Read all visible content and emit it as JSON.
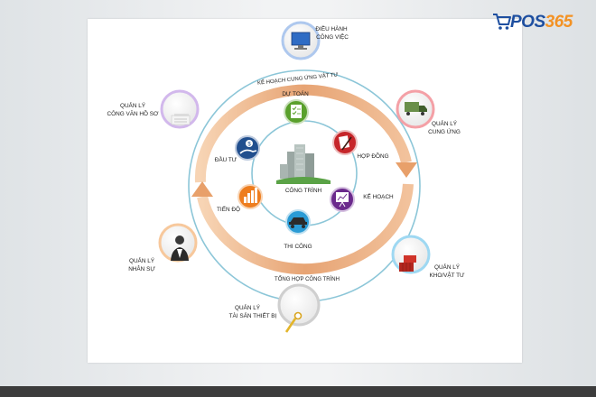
{
  "brand": {
    "logo_part1": "POS",
    "logo_part2": "365"
  },
  "center": {
    "label": "CÔNG TRÌNH"
  },
  "arcs": {
    "top": "KẾ HOẠCH CUNG ỨNG VẬT TƯ",
    "bottom": "TỔNG HỢP CÔNG TRÌNH"
  },
  "inner_nodes": [
    {
      "label": "DỰ TOÁN",
      "icon": "checklist-icon",
      "color": "#5aa02c"
    },
    {
      "label": "HỢP ĐỒNG",
      "icon": "contract-pen-icon",
      "color": "#c6262a"
    },
    {
      "label": "KẾ HOẠCH",
      "icon": "plan-chart-icon",
      "color": "#6b2a8c"
    },
    {
      "label": "THI CÔNG",
      "icon": "truck-icon",
      "color": "#2a9bd5"
    },
    {
      "label": "TIẾN ĐỘ",
      "icon": "progress-bars-icon",
      "color": "#ee7d1e"
    },
    {
      "label": "ĐẦU TƯ",
      "icon": "money-hand-icon",
      "color": "#214f8e"
    }
  ],
  "outer_nodes": [
    {
      "line1": "ĐIỀU HÀNH",
      "line2": "CÔNG VIỆC",
      "icon": "monitor-icon",
      "rim": "#aec8ee"
    },
    {
      "line1": "QUẢN LÝ",
      "line2": "CUNG ỨNG",
      "icon": "delivery-truck-icon",
      "rim": "#f4a0a6"
    },
    {
      "line1": "QUẢN LÝ",
      "line2": "KHO/VẬT TƯ",
      "icon": "warehouse-container-icon",
      "rim": "#9ed8f2"
    },
    {
      "line1": "QUẢN LÝ",
      "line2": "TÀI SẢN THIẾT BỊ",
      "icon": "magnifier-icon",
      "rim": "#cfcfcf"
    },
    {
      "line1": "QUẢN LÝ",
      "line2": "NHÂN SỰ",
      "icon": "staff-person-icon",
      "rim": "#f7c89c"
    },
    {
      "line1": "QUẢN LÝ",
      "line2": "CÔNG VĂN HỒ SƠ",
      "icon": "documents-icon",
      "rim": "#d2b8ec"
    }
  ]
}
